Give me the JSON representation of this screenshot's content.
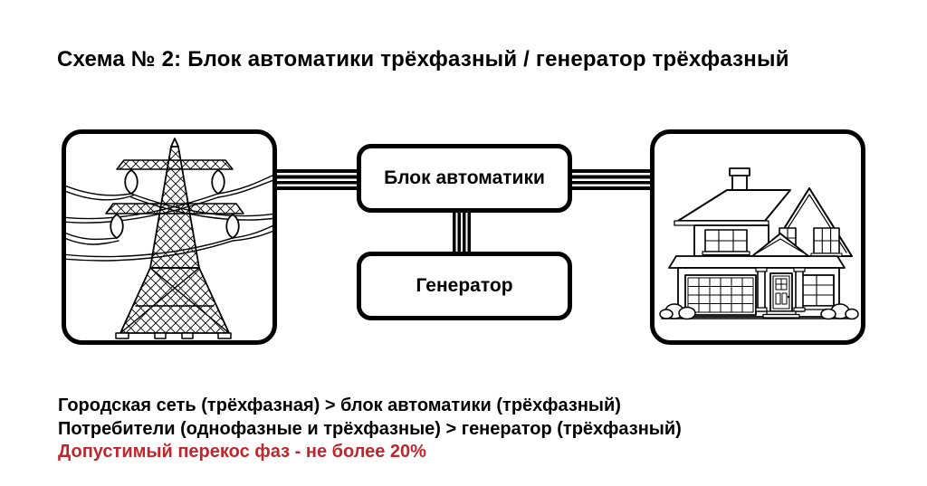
{
  "title": "Схема № 2: Блок автоматики трёхфазный / генератор трёхфазный",
  "colors": {
    "background": "#ffffff",
    "line": "#000000",
    "warning_red": "#c0272d"
  },
  "diagram": {
    "city_grid_node": {
      "icon": "power-line-tower-icon"
    },
    "automation_block": {
      "label": "Блок автоматики"
    },
    "generator_block": {
      "label": "Генератор"
    },
    "consumers_node": {
      "icon": "house-icon"
    },
    "wire_parallel_lines": 4
  },
  "notes": [
    {
      "text": "Городская сеть (трёхфазная) > блок автоматики (трёхфазный)",
      "color": "#000000"
    },
    {
      "text": "Потребители (однофазные и трёхфазные) > генератор (трёхфазный)",
      "color": "#000000"
    },
    {
      "text": "Допустимый перекос фаз - не более 20%",
      "color": "#c0272d"
    }
  ]
}
